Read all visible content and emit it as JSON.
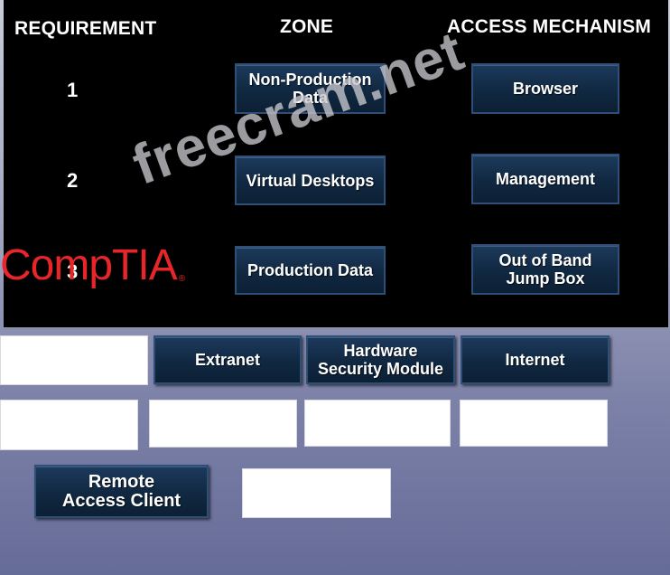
{
  "headers": {
    "requirement": "REQUIREMENT",
    "zone": "ZONE",
    "access_mechanism": "ACCESS MECHANISM"
  },
  "rows": [
    {
      "number": "1",
      "zone": "Non-Production\nData",
      "access": "Browser"
    },
    {
      "number": "2",
      "zone": "Virtual Desktops",
      "access": "Management"
    },
    {
      "number": "3",
      "zone": "Production Data",
      "access": "Out of Band\nJump Box"
    }
  ],
  "option_tiles": {
    "extranet": "Extranet",
    "hsm": "Hardware\nSecurity Module",
    "internet": "Internet",
    "remote_access_client": "Remote\nAccess Client"
  },
  "logo_text": "CompTIA",
  "logo_mark": "®",
  "watermark": "freecram.net",
  "colors": {
    "board_bg": "#000000",
    "tile_bg": "#102841",
    "logo_red": "#e8262a"
  }
}
